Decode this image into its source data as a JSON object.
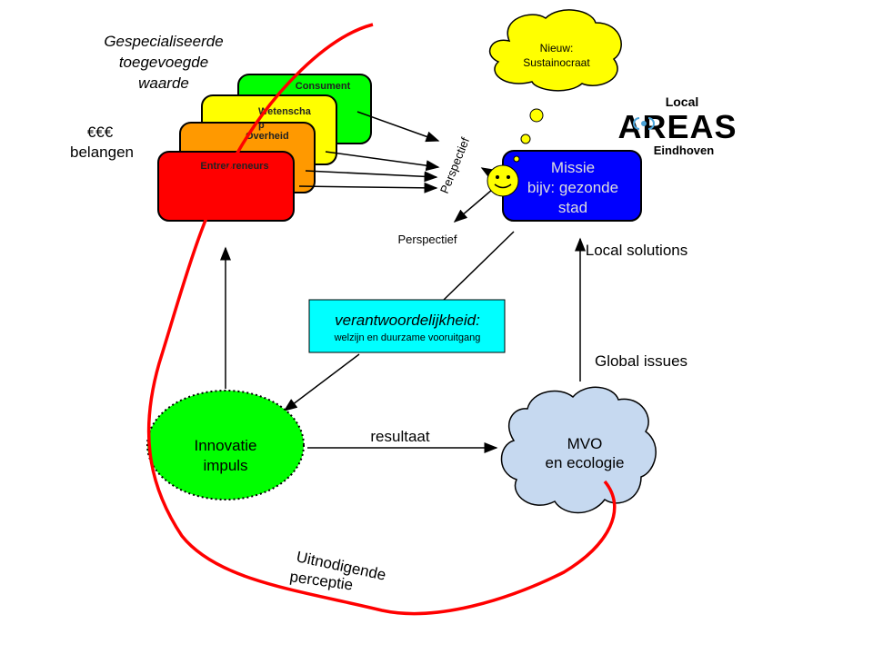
{
  "title_lines": [
    "Gespecialiseerde",
    "toegevoegde",
    "waarde"
  ],
  "interests": [
    "€€€",
    "belangen"
  ],
  "stakeholders": {
    "consument": "Consument",
    "wetenschap": [
      "Wetenscha",
      "p"
    ],
    "overheid": "Overheid",
    "entrepreneurs": "Entrepreneurs"
  },
  "perspective": "Perspectief",
  "perspective2": "Perspectief",
  "thought": [
    "Nieuw:",
    "Sustainocraat"
  ],
  "logo": {
    "top": "Local",
    "main": "AREAS",
    "bottom": "Eindhoven"
  },
  "mission": [
    "Missie",
    "bijv: gezonde",
    "stad"
  ],
  "local_solutions": "Local solutions",
  "global_issues": "Global issues",
  "responsibility": {
    "title": "verantwoordelijkheid:",
    "subtitle": "welzijn en duurzame vooruitgang"
  },
  "innovation": [
    "Innovatie",
    "impuls"
  ],
  "result": "resultaat",
  "mvo": [
    "MVO",
    "en ecologie"
  ],
  "perception": [
    "Uitnodigende",
    "perceptie"
  ],
  "colors": {
    "green": "#00ff00",
    "yellow": "#ffff00",
    "orange": "#ff9900",
    "red": "#ff0000",
    "blue": "#0000ff",
    "cyan": "#00ffff",
    "cloud": "#c6d9f0",
    "curve": "#ff0000"
  }
}
